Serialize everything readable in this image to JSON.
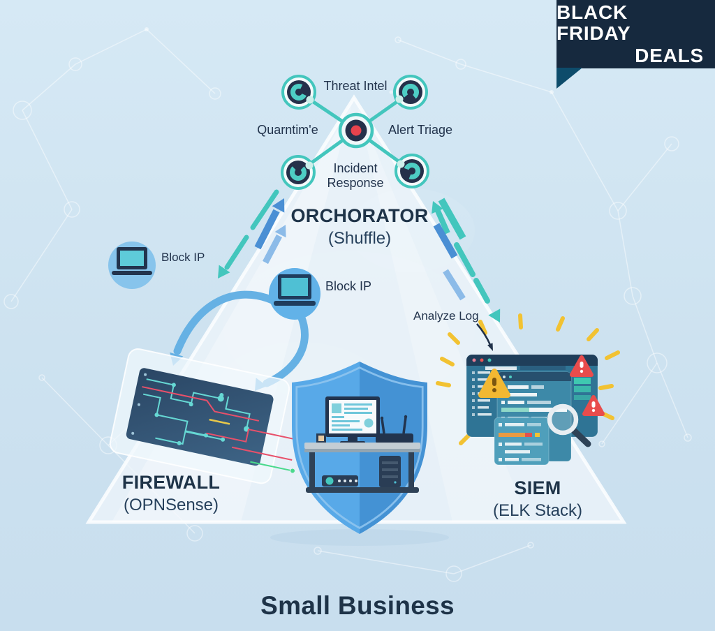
{
  "banner": {
    "line1": "BLACK FRIDAY",
    "line2": "DEALS"
  },
  "orchestrator": {
    "title": "ORCHORATOR",
    "subtitle": "(Shuffle)",
    "node_top": "Threat Intel",
    "node_left": "Quarntim'e",
    "node_right": "Alert Triage",
    "node_bottom": "Incident Response"
  },
  "labels": {
    "block_ip_left": "Block IP",
    "block_ip_center": "Block IP",
    "analyze_log": "Analyze Log"
  },
  "firewall": {
    "title": "FIREWALL",
    "subtitle": "(OPNSense)"
  },
  "siem": {
    "title": "SIEM",
    "subtitle": "(ELK Stack)"
  },
  "footer": {
    "title": "Small Business"
  },
  "colors": {
    "background": "#cfe3f1",
    "teal": "#43c6bd",
    "navy_text": "#1e3348",
    "hub_dark": "#25304a",
    "hub_red": "#e8434d",
    "banner_bg": "#16293e",
    "banner_fold": "#0d4c6b",
    "arrow_blue": "#4a8fd4",
    "arrow_light_blue": "#8cbbe8",
    "arc_blue": "#66b1e4",
    "shield_blue": "#539fe0",
    "alert_yellow": "#f2b832",
    "alert_red": "#e84c4c",
    "siem_panel": "#2f7495"
  }
}
